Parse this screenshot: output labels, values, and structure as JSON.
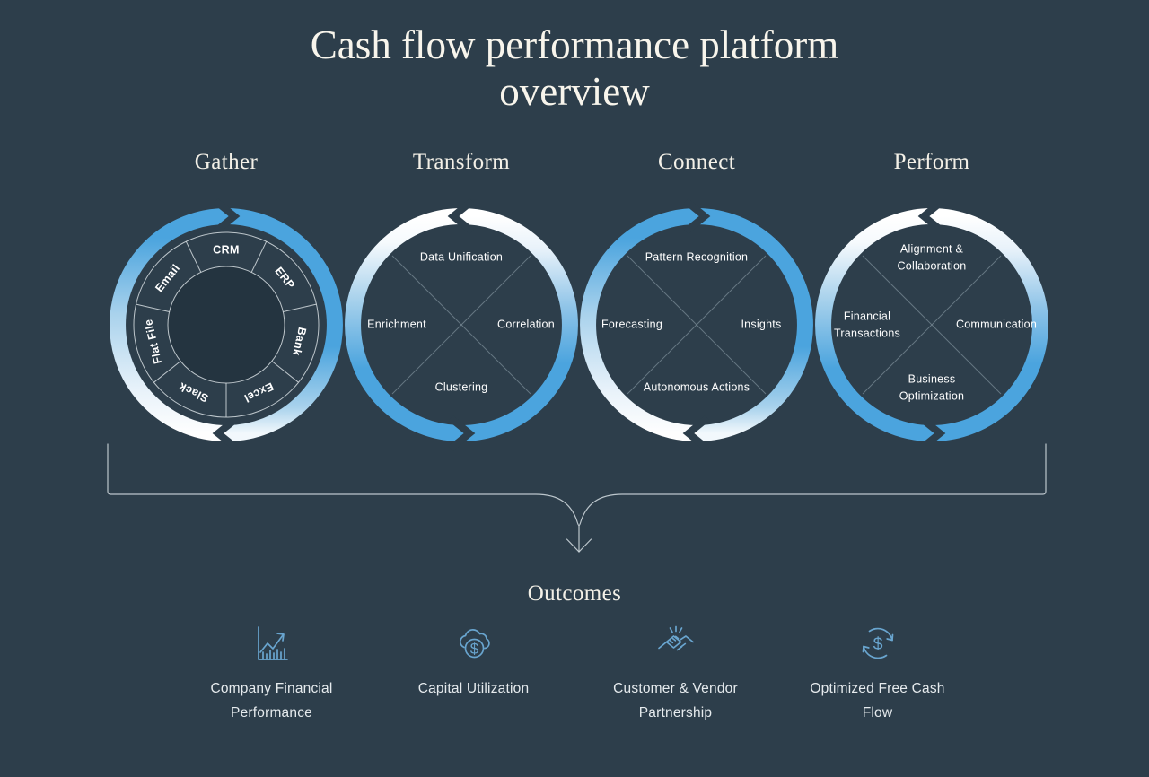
{
  "page": {
    "title": "Cash flow performance platform overview"
  },
  "stages": [
    {
      "label": "Gather",
      "kind": "source-wheel",
      "segments": [
        "CRM",
        "ERP",
        "Bank",
        "Excel",
        "Slack",
        "Flat File",
        "Email"
      ]
    },
    {
      "label": "Transform",
      "kind": "quadrant",
      "items": {
        "top": "Data Unification",
        "right": "Correlation",
        "bottom": "Clustering",
        "left": "Enrichment"
      }
    },
    {
      "label": "Connect",
      "kind": "quadrant",
      "items": {
        "top": "Pattern Recognition",
        "right": "Insights",
        "bottom": "Autonomous Actions",
        "left": "Forecasting"
      }
    },
    {
      "label": "Perform",
      "kind": "quadrant",
      "items": {
        "top": "Alignment & Collaboration",
        "right": "Communication",
        "bottom": "Business Optimization",
        "left": "Financial Transactions"
      }
    }
  ],
  "outcomes": {
    "heading": "Outcomes",
    "items": [
      {
        "label": "Company Financial Performance",
        "icon": "chart-growth-icon"
      },
      {
        "label": "Capital Utilization",
        "icon": "cloud-dollar-icon"
      },
      {
        "label": "Customer & Vendor Partnership",
        "icon": "handshake-icon"
      },
      {
        "label": "Optimized Free Cash Flow",
        "icon": "dollar-cycle-icon"
      }
    ]
  },
  "colors": {
    "background": "#2d3e4b",
    "ring_blue": "#4ba4de",
    "ring_white": "#ffffff",
    "line_gray": "#ccd5da",
    "icon_blue": "#69a5cf",
    "heading_cream": "#f3f0e7",
    "title_cream": "#f8f5ec",
    "label_white": "#ffffff"
  }
}
